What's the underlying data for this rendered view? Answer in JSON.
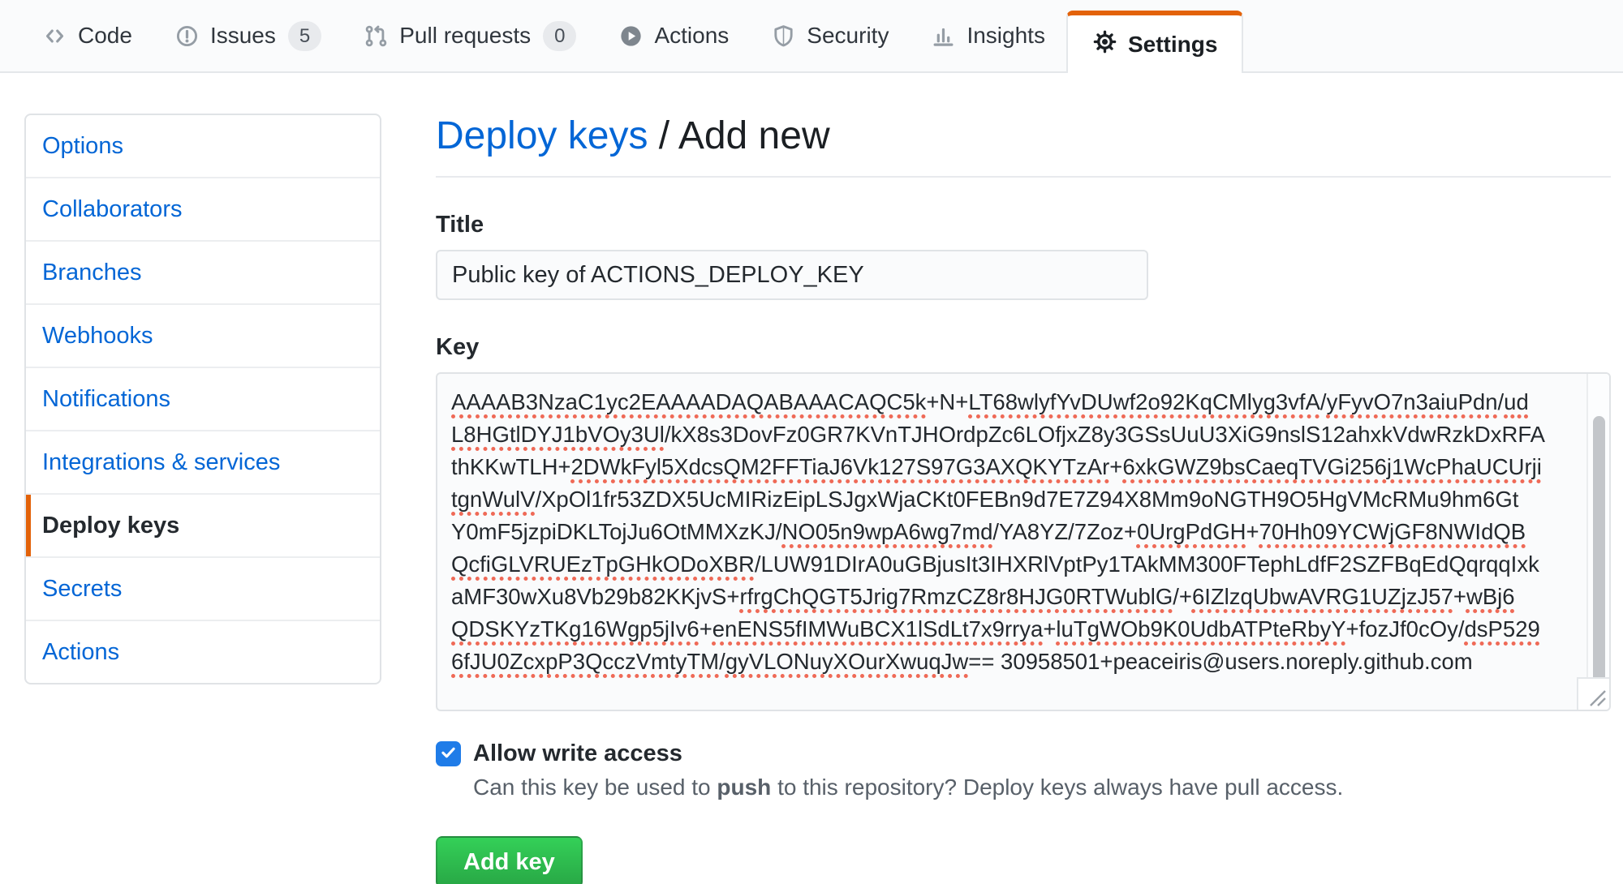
{
  "nav": {
    "items": [
      {
        "label": "Code",
        "icon": "code-icon"
      },
      {
        "label": "Issues",
        "icon": "issue-icon",
        "badge": "5"
      },
      {
        "label": "Pull requests",
        "icon": "pull-request-icon",
        "badge": "0"
      },
      {
        "label": "Actions",
        "icon": "play-icon"
      },
      {
        "label": "Security",
        "icon": "shield-icon"
      },
      {
        "label": "Insights",
        "icon": "graph-icon"
      }
    ],
    "active_tab": {
      "label": "Settings",
      "icon": "gear-icon"
    }
  },
  "sidebar": {
    "items": [
      {
        "label": "Options"
      },
      {
        "label": "Collaborators"
      },
      {
        "label": "Branches"
      },
      {
        "label": "Webhooks"
      },
      {
        "label": "Notifications"
      },
      {
        "label": "Integrations & services"
      },
      {
        "label": "Deploy keys",
        "active": true
      },
      {
        "label": "Secrets"
      },
      {
        "label": "Actions"
      }
    ]
  },
  "main": {
    "breadcrumb": {
      "parent": "Deploy keys",
      "separator": " / ",
      "current": "Add new"
    },
    "title_label": "Title",
    "title_value": "Public key of ACTIONS_DEPLOY_KEY",
    "key_label": "Key",
    "key": {
      "lines": [
        [
          [
            "AAAAB3NzaC1yc2EAAAADAQABAAACAQC5k",
            1
          ],
          [
            "+N+",
            0
          ],
          [
            "LT68wlyfYvDUwf2o92KqCMlyg3vfA",
            1
          ],
          [
            "/",
            0
          ],
          [
            "yFyvO7n3aiuPdn",
            1
          ],
          [
            "/",
            0
          ],
          [
            "ud",
            1
          ]
        ],
        [
          [
            "L8HGtlDYJ1bVOy3Ul",
            1
          ],
          [
            "/kX8s3DovFz0GR7KVnTJHOrdpZc6LOfjxZ8y3GSsUuU3XiG9nslS12ahxkVdwRzkDxRFA",
            0
          ]
        ],
        [
          [
            "thKKwTLH+",
            0
          ],
          [
            "2DWkFyl5XdcsQM2FFTiaJ6Vk127S97G3AXQKYTzAr",
            1
          ],
          [
            "+",
            0
          ],
          [
            "6xkGWZ9bsCaeqTVGi256j1WcPhaUCUrji",
            1
          ]
        ],
        [
          [
            "tgnWulV",
            1
          ],
          [
            "/XpOl1fr53ZDX5UcMIRizEipLSJgxWjaCKt0FEBn9d7E7Z94X8Mm9oNGTH9O5HgVMcRMu9hm6Gt",
            0
          ]
        ],
        [
          [
            "Y0mF5jzpiDKLTojJu6OtMMXzKJ/",
            0
          ],
          [
            "NO05n9wpA6wg7md",
            1
          ],
          [
            "/YA8YZ/7Zoz+",
            0
          ],
          [
            "0UrgPdGH",
            1
          ],
          [
            "+",
            0
          ],
          [
            "70Hh09YCWjGF8NWIdQB",
            1
          ]
        ],
        [
          [
            "QcfiGLVRUEzTpGHkODoXBR",
            1
          ],
          [
            "/LUW91DIrA0uGBjusIt3IHXRlVptPy1TAkMM300FTephLdfF2SZFBqEdQqrqqIxk",
            0
          ]
        ],
        [
          [
            "aMF30wXu8Vb29b82KKjvS+",
            0
          ],
          [
            "rfrgChQGT5Jrig7RmzCZ8r8HJG0RTWublG",
            1
          ],
          [
            "/+",
            0
          ],
          [
            "6IZlzqUbwAVRG1UZjzJ57",
            1
          ],
          [
            "+",
            0
          ],
          [
            "wBj6",
            1
          ]
        ],
        [
          [
            "QDSKYzTKg16Wgp5jIv6",
            1
          ],
          [
            "+",
            0
          ],
          [
            "enENS5fIMWuBCX1lSdLt7x9rrya",
            1
          ],
          [
            "+",
            0
          ],
          [
            "luTgWOb9K0UdbATPteRbyY",
            1
          ],
          [
            "+fozJf0cOy/",
            0
          ],
          [
            "dsP529",
            1
          ]
        ],
        [
          [
            "6fJU0ZcxpP3QcczVmtyTM",
            1
          ],
          [
            "/",
            0
          ],
          [
            "gyVLONuyXOurXwuqJw",
            1
          ],
          [
            "== 30958501+peaceiris@users.noreply.github.com",
            0
          ]
        ]
      ]
    },
    "write_access": {
      "checked": true,
      "label": "Allow write access",
      "description_prefix": "Can this key be used to ",
      "push_word": "push",
      "description_suffix": " to this repository? Deploy keys always have pull access."
    },
    "add_key_label": "Add key"
  },
  "colors": {
    "accent_orange": "#e36209",
    "link_blue": "#0366d6",
    "button_green": "#28a745",
    "checkbox_blue": "#1f7ce8",
    "squiggle_red": "#ef6a57",
    "header_bg": "#fafbfc",
    "input_bg": "#fafbfc"
  }
}
